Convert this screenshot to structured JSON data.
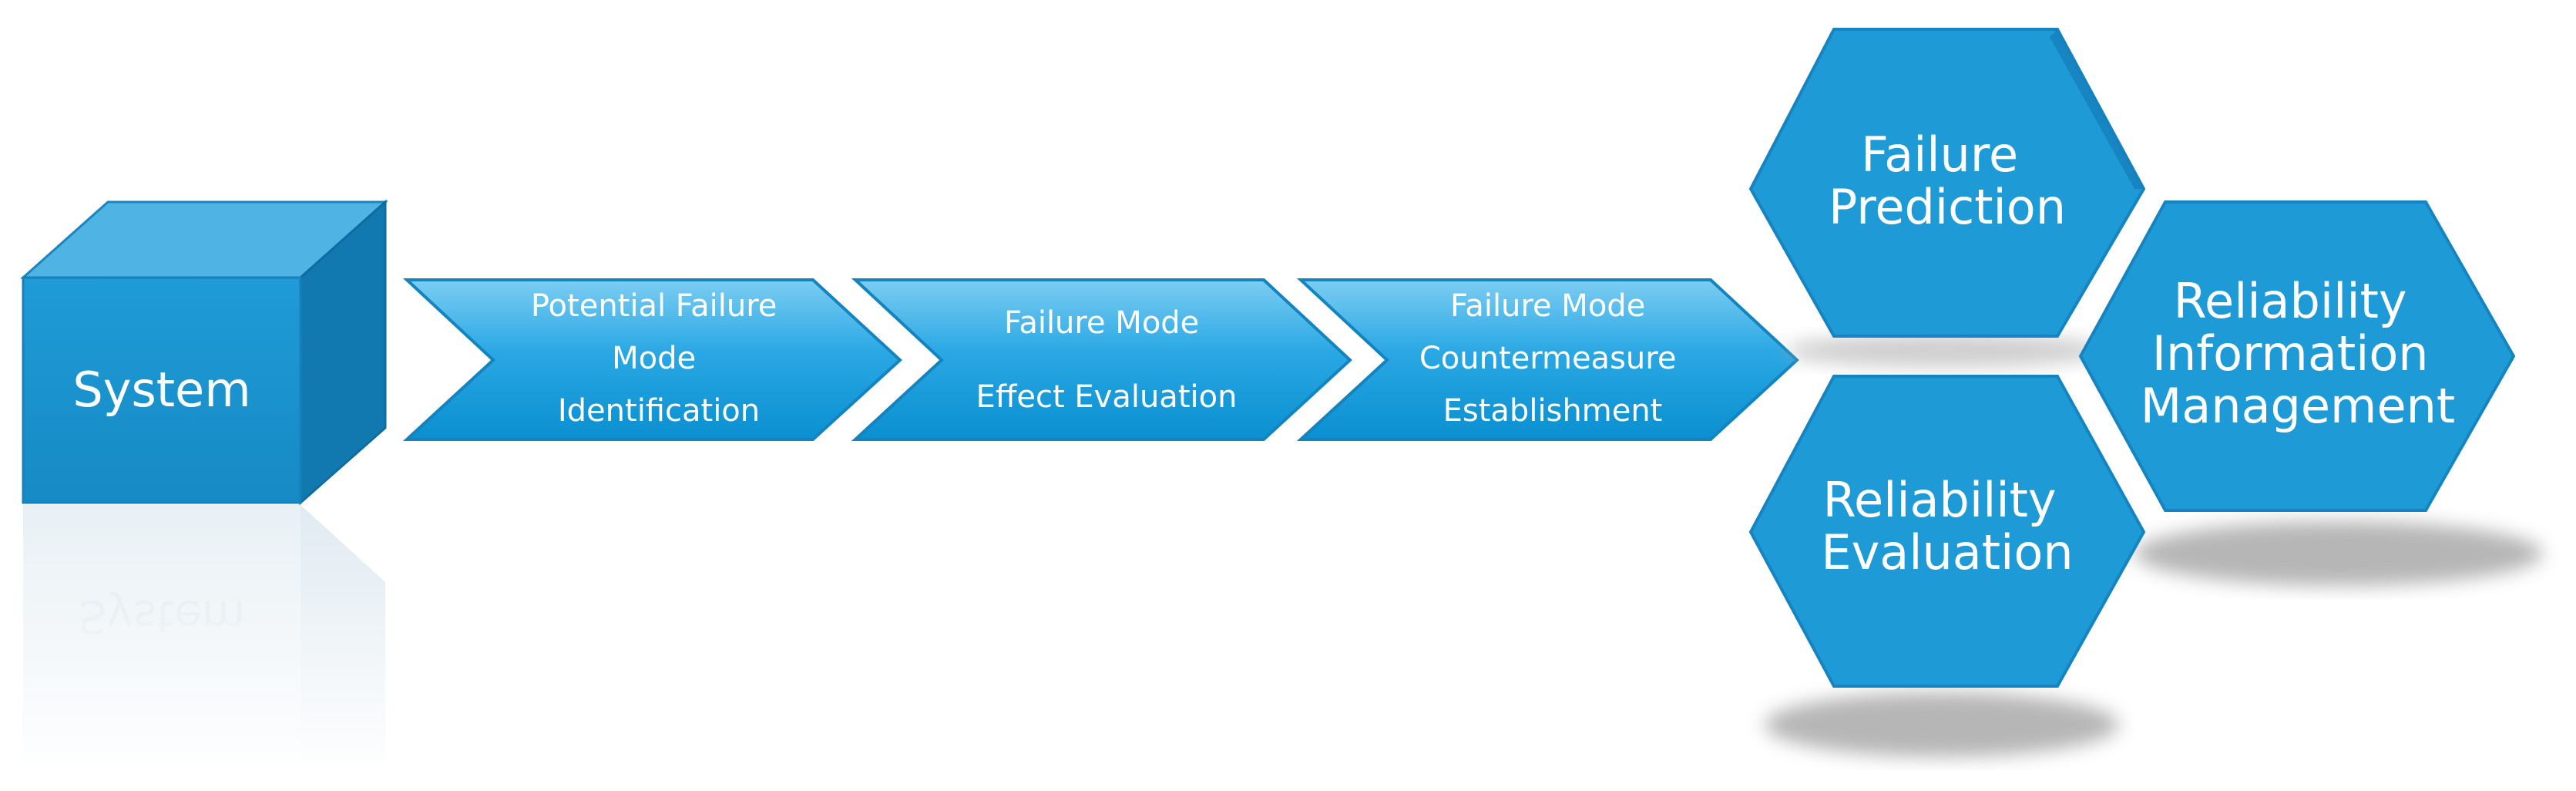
{
  "system": {
    "label": "System"
  },
  "process_steps": [
    {
      "lines": [
        "Potential Failure",
        "Mode",
        "Identification"
      ]
    },
    {
      "lines": [
        "Failure Mode",
        "Effect Evaluation"
      ]
    },
    {
      "lines": [
        "Failure Mode",
        "Countermeasure",
        "Establishment"
      ]
    }
  ],
  "hexagons": [
    {
      "lines": [
        "Failure",
        "Prediction"
      ]
    },
    {
      "lines": [
        "Reliability",
        "Evaluation"
      ]
    },
    {
      "lines": [
        "Reliability",
        "Information",
        "Management"
      ]
    }
  ],
  "colors": {
    "primary_blue": "#1c9ad6",
    "dark_blue": "#1278b0",
    "light_blue": "#4fb6e6",
    "reflection": "#c9dbe8",
    "shadow": "#b5b5b5"
  }
}
